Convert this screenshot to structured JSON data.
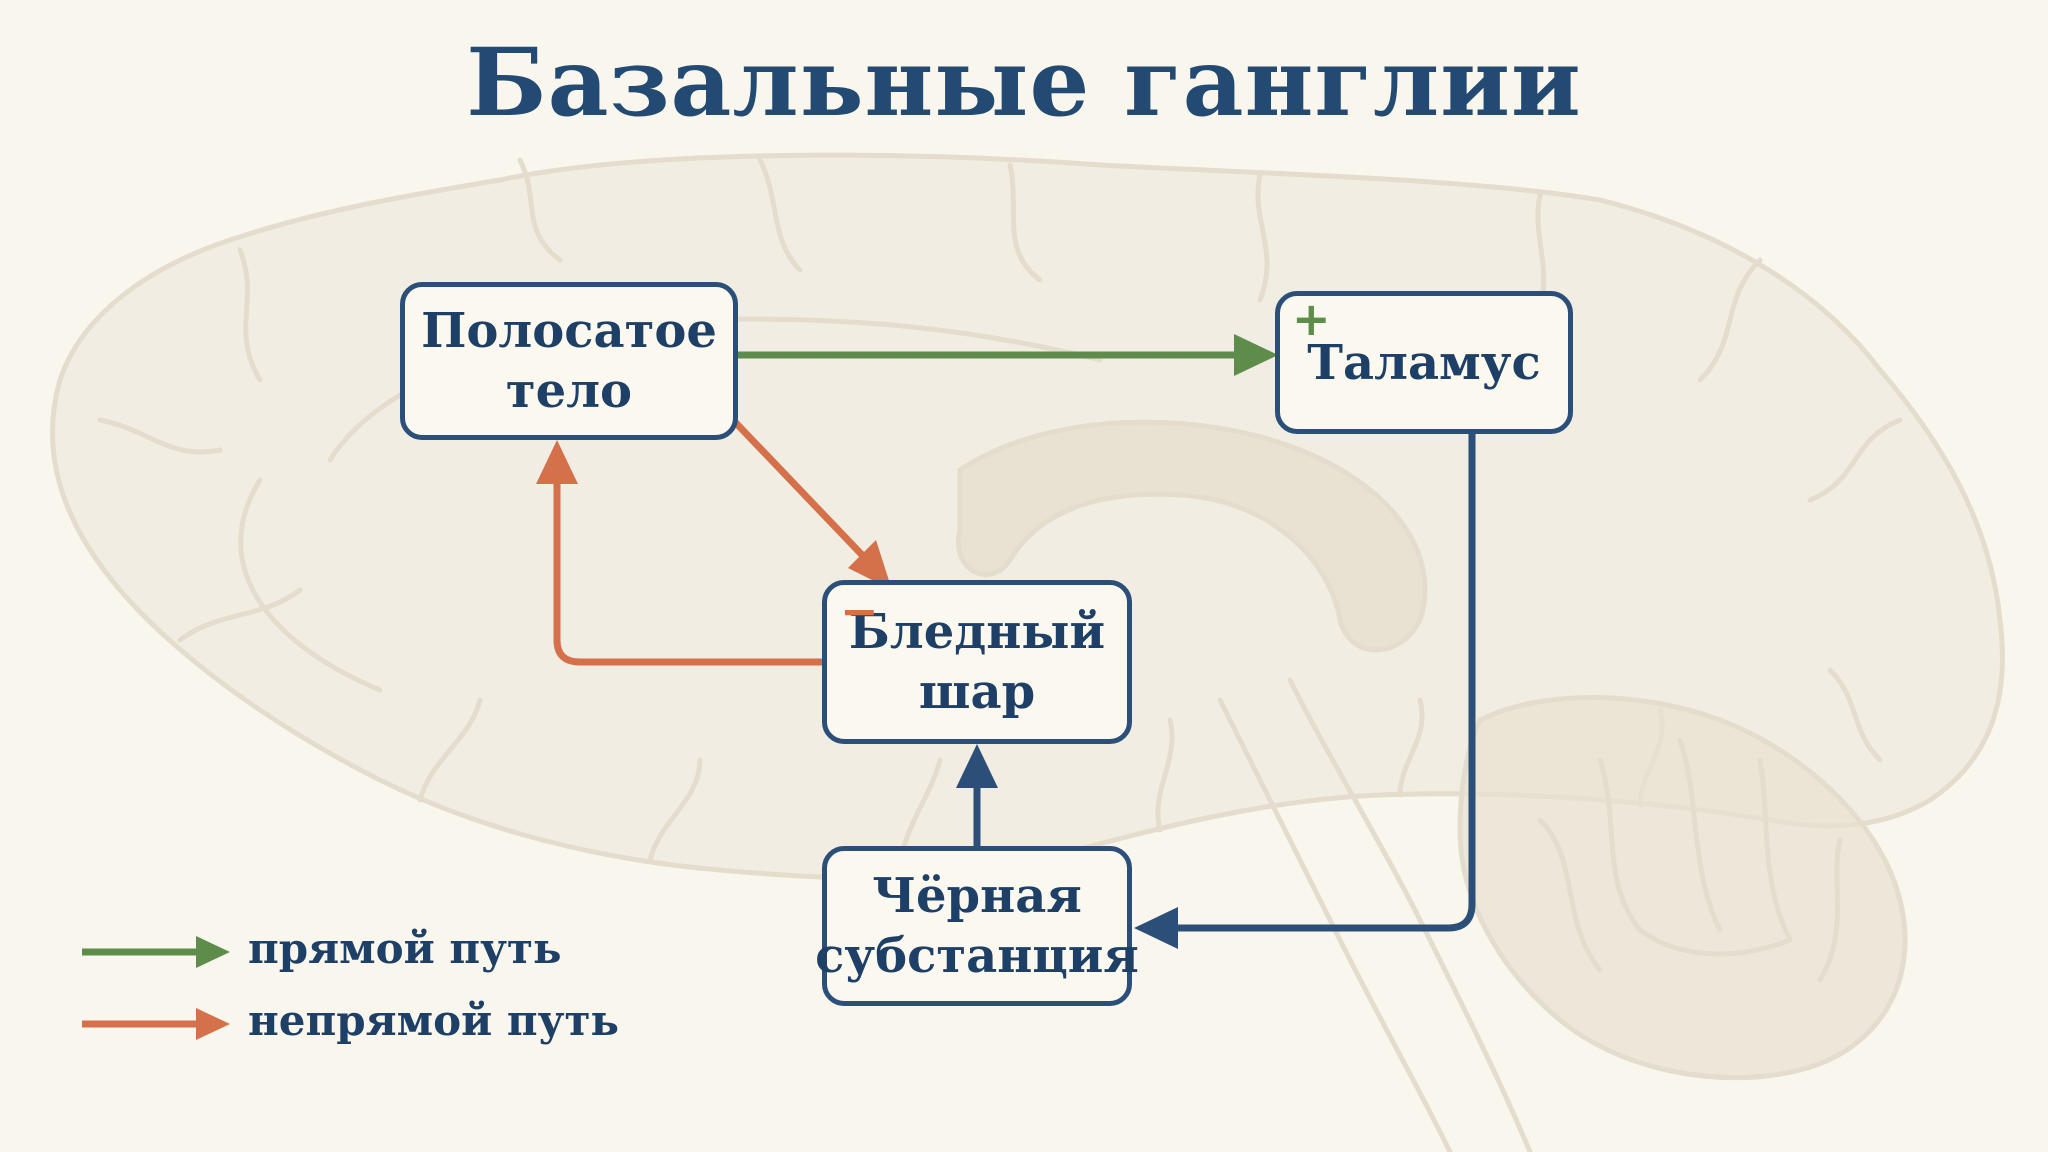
{
  "title": "Базальные ганглии",
  "nodes": {
    "striatum": "Полосатое\nтело",
    "thalamus": "Таламус",
    "globus_pallidus": "Бледный\nшар",
    "substantia_nigra": "Чёрная\nсубстанция"
  },
  "signs": {
    "thalamus": "+",
    "globus_pallidus": "−"
  },
  "legend": {
    "direct": "прямой путь",
    "indirect": "непрямой путь"
  },
  "colors": {
    "direct": "#5e8c4a",
    "indirect": "#d4704a",
    "modulatory": "#2b4f78",
    "text": "#1e3f66"
  }
}
